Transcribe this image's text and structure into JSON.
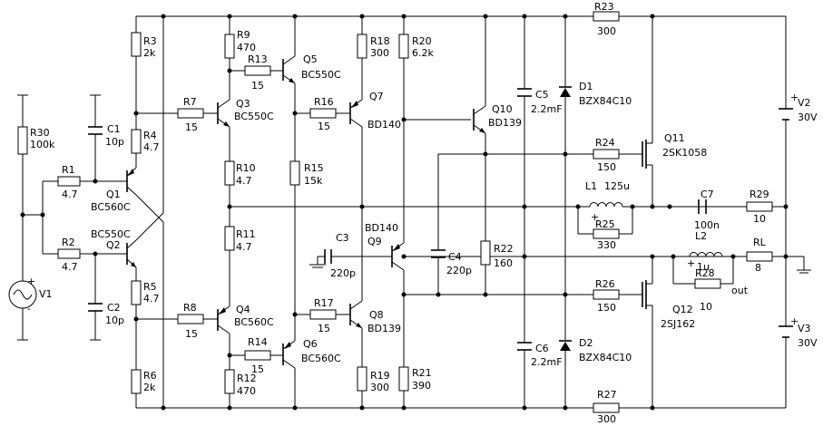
{
  "components": {
    "R30": {
      "name": "R30",
      "value": "100k"
    },
    "R1": {
      "name": "R1",
      "value": "4.7"
    },
    "R2": {
      "name": "R2",
      "value": "4.7"
    },
    "C1": {
      "name": "C1",
      "value": "10p"
    },
    "C2": {
      "name": "C2",
      "value": "10p"
    },
    "R3": {
      "name": "R3",
      "value": "2k"
    },
    "R4": {
      "name": "R4",
      "value": "4.7"
    },
    "R5": {
      "name": "R5",
      "value": "4.7"
    },
    "R6": {
      "name": "R6",
      "value": "2k"
    },
    "Q1": {
      "name": "Q1",
      "value": "BC560C"
    },
    "Q2": {
      "name": "Q2",
      "value": "BC550C"
    },
    "V1": {
      "name": "V1"
    },
    "R7": {
      "name": "R7",
      "value": "15"
    },
    "R8": {
      "name": "R8",
      "value": "15"
    },
    "Q3": {
      "name": "Q3",
      "value": "BC550C"
    },
    "Q4": {
      "name": "Q4",
      "value": "BC560C"
    },
    "R9": {
      "name": "R9",
      "value": "470"
    },
    "R10": {
      "name": "R10",
      "value": "4.7"
    },
    "R11": {
      "name": "R11",
      "value": "4.7"
    },
    "R12": {
      "name": "R12",
      "value": "470"
    },
    "R13": {
      "name": "R13",
      "value": "15"
    },
    "R14": {
      "name": "R14",
      "value": "15"
    },
    "Q5": {
      "name": "Q5",
      "value": "BC550C"
    },
    "Q6": {
      "name": "Q6",
      "value": "BC560C"
    },
    "R15": {
      "name": "R15",
      "value": "15k"
    },
    "R16": {
      "name": "R16",
      "value": "15"
    },
    "R17": {
      "name": "R17",
      "value": "15"
    },
    "Q7": {
      "name": "Q7",
      "value": "BD140"
    },
    "Q8": {
      "name": "Q8",
      "value": "BD139"
    },
    "R18": {
      "name": "R18",
      "value": "300"
    },
    "R19": {
      "name": "R19",
      "value": "300"
    },
    "R20": {
      "name": "R20",
      "value": "6.2k"
    },
    "R21": {
      "name": "R21",
      "value": "390"
    },
    "C3": {
      "name": "C3",
      "value": "220p"
    },
    "Q9": {
      "name": "Q9",
      "value": "BD140"
    },
    "Q10": {
      "name": "Q10",
      "value": "BD139"
    },
    "C4": {
      "name": "C4",
      "value": "220p"
    },
    "R22": {
      "name": "R22",
      "value": "160"
    },
    "C5": {
      "name": "C5",
      "value": "2.2mF"
    },
    "C6": {
      "name": "C6",
      "value": "2.2mF"
    },
    "D1": {
      "name": "D1",
      "value": "BZX84C10"
    },
    "D2": {
      "name": "D2",
      "value": "BZX84C10"
    },
    "R23": {
      "name": "R23",
      "value": "300"
    },
    "R27": {
      "name": "R27",
      "value": "300"
    },
    "R24": {
      "name": "R24",
      "value": "150"
    },
    "R26": {
      "name": "R26",
      "value": "150"
    },
    "Q11": {
      "name": "Q11",
      "value": "2SK1058"
    },
    "Q12": {
      "name": "Q12",
      "value": "2SJ162"
    },
    "L1": {
      "name": "L1",
      "value": "125u"
    },
    "R25": {
      "name": "R25",
      "value": "330"
    },
    "C7": {
      "name": "C7",
      "value": "100n"
    },
    "R29": {
      "name": "R29",
      "value": "10"
    },
    "L2": {
      "name": "L2",
      "value": "1u"
    },
    "R28": {
      "name": "R28",
      "value": "10"
    },
    "RL": {
      "name": "RL",
      "value": "8"
    },
    "V2": {
      "name": "V2",
      "value": "30V"
    },
    "V3": {
      "name": "V3",
      "value": "30V"
    }
  },
  "net_labels": {
    "out": "out"
  },
  "polarity": {
    "plus": "+",
    "minus": "-"
  }
}
